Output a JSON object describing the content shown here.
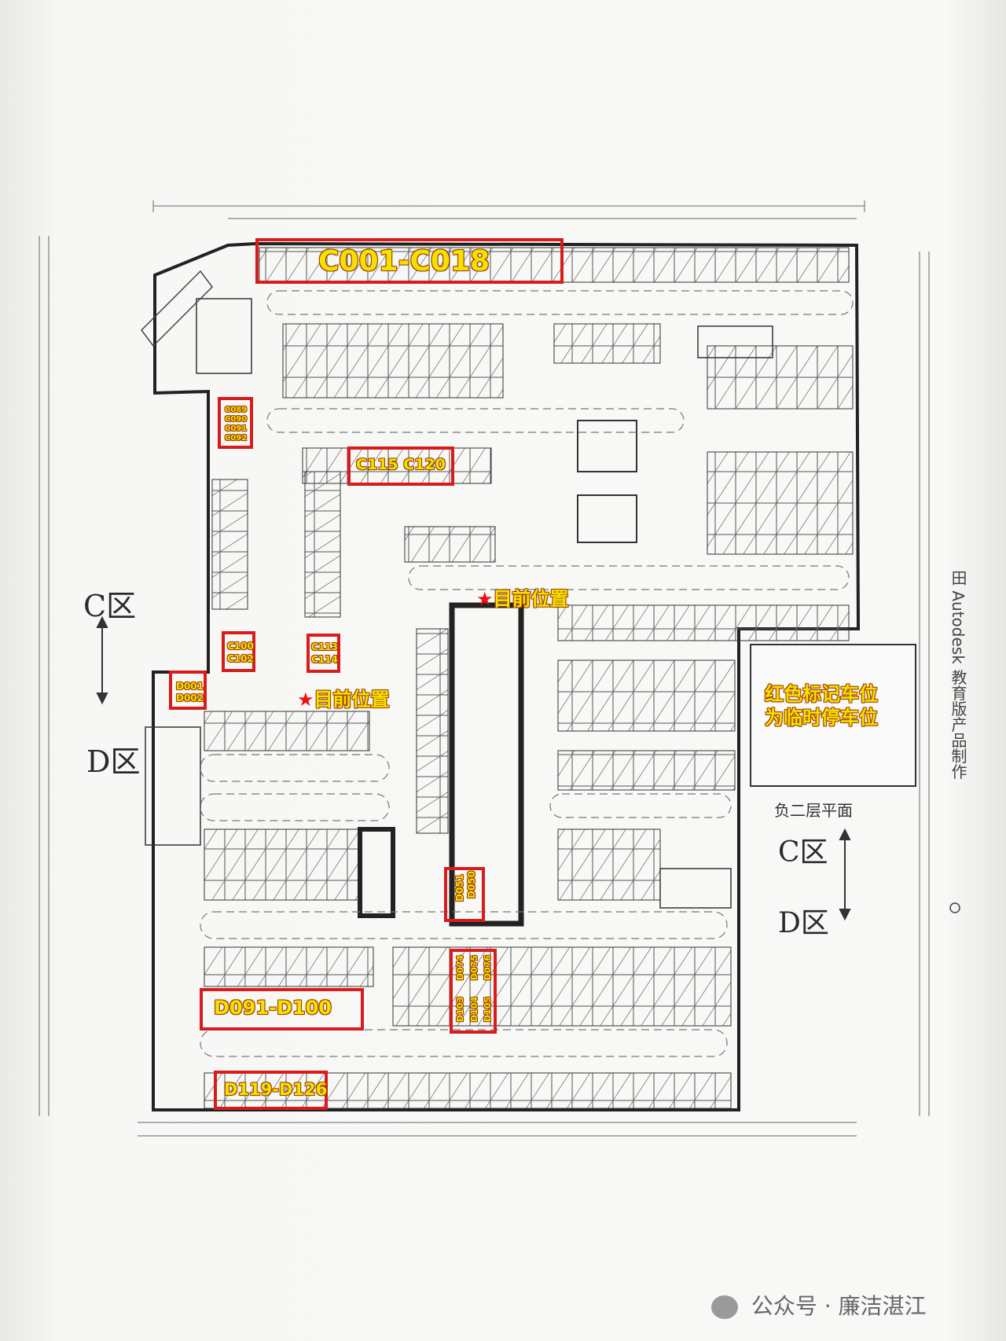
{
  "ranges": {
    "c001_c018": "C001-C018",
    "c115_c120": "C115 C120",
    "d091_d100": "D091-D100",
    "d119_d126": "D119-D126"
  },
  "small_labels": {
    "c089_c092": [
      "C089",
      "C090",
      "C091",
      "C092"
    ],
    "c100_c102": [
      "C100",
      "C102"
    ],
    "c113_c114": [
      "C113",
      "C114"
    ],
    "d001_d002": [
      "D001",
      "D002"
    ],
    "d050_d051": [
      "D050",
      "D051"
    ],
    "d074_d076": [
      "D074",
      "D075",
      "D076"
    ],
    "d103_d105": [
      "D103",
      "D104",
      "D105"
    ]
  },
  "current_position": "目前位置",
  "note": {
    "line1": "红色标记车位",
    "line2": "为临时停车位"
  },
  "zones": {
    "c_left": "C区",
    "d_left": "D区",
    "c_right": "C区",
    "d_right": "D区"
  },
  "floor_title": "负二层平面",
  "margin_text": "田 Autodesk 教育版产品制作",
  "watermark": "公众号 · 廉洁湛江",
  "colors": {
    "highlight_border": "#d61c1c",
    "highlight_text": "#f5e100"
  }
}
